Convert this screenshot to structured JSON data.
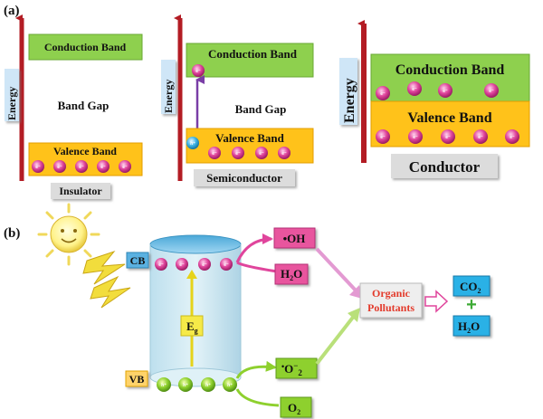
{
  "panel_a": {
    "label": "(a)",
    "insulator": {
      "axis_label": "Energy",
      "cb_label": "Conduction Band",
      "gap_label": "Band Gap",
      "vb_label": "Valence Band",
      "material_label": "Insulator",
      "electron": "e⁻"
    },
    "semiconductor": {
      "axis_label": "Energy",
      "cb_label": "Conduction Band",
      "gap_label": "Band Gap",
      "vb_label": "Valence Band",
      "material_label": "Semiconductor",
      "electron": "e⁻",
      "hole": "h⁺"
    },
    "conductor": {
      "axis_label": "Energy",
      "cb_label": "Conduction Band",
      "vb_label": "Valence Band",
      "material_label": "Conductor",
      "electron": "e⁻"
    }
  },
  "panel_b": {
    "label": "(b)",
    "cb_tag": "CB",
    "vb_tag": "VB",
    "gap_label": "E",
    "gap_sub": "g",
    "electron": "e⁻",
    "hole": "h⁺",
    "oh_radical": "•OH",
    "water": "H",
    "water_sub": "2",
    "water_tail": "O",
    "superoxide_dot": "•",
    "superoxide": "O",
    "superoxide_charge": "−",
    "superoxide_sub": "2",
    "oxygen": "O",
    "oxygen_sub": "2",
    "pollutants_line1": "Organic",
    "pollutants_line2": "Pollutants",
    "co2": "CO",
    "co2_sub": "2",
    "plus": "+",
    "h2o_product": "H",
    "h2o_product_sub": "2",
    "h2o_product_tail": "O"
  }
}
